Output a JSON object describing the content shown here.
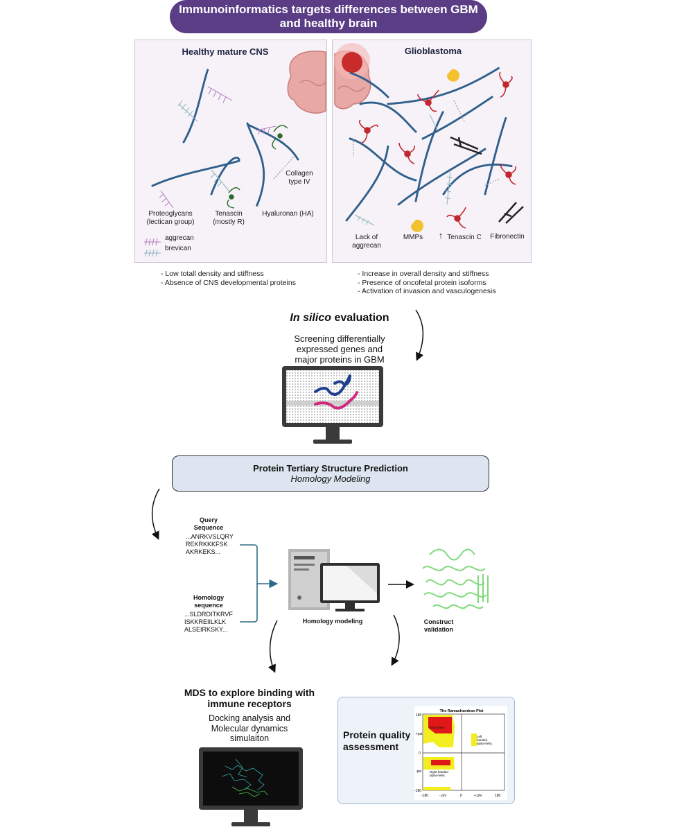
{
  "header": {
    "title_line1": "Immunoinformatics targets differences between GBM",
    "title_line2": "and healthy brain"
  },
  "healthy_panel": {
    "title": "Healthy mature CNS",
    "labels": {
      "proteoglycans": [
        "Proteoglycans",
        "(lectican group)"
      ],
      "tenascin": [
        "Tenascin",
        "(mostly R)"
      ],
      "hyaluronan": "Hyaluronan (HA)",
      "collagen": [
        "Collagen",
        "type IV"
      ],
      "aggrecan": "aggrecan",
      "brevican": "brevican"
    },
    "bullets": [
      "- Low totall density and stiffness",
      "- Absence of CNS developmental proteins"
    ]
  },
  "gbm_panel": {
    "title": "Glioblastoma",
    "labels": {
      "lack_aggrecan": [
        "Lack of",
        "aggrecan"
      ],
      "mmps": "MMPs",
      "tenascin_c": "Tenascin C",
      "tenascin_arrow": "↑",
      "fibronectin": "Fibronectin"
    },
    "bullets": [
      "- Increase in overall density and stiffness",
      "- Presence of oncofetal protein isoforms",
      "- Activation of invasion and vasculogenesis"
    ]
  },
  "in_silico": {
    "title_italic": "In silico",
    "title_rest": " evaluation",
    "desc": [
      "Screening differentially",
      "expressed genes and",
      "major proteins in GBM"
    ]
  },
  "tertiary": {
    "title": "Protein Tertiary Structure Prediction",
    "subtitle": "Homology Modeling"
  },
  "query": {
    "heading": [
      "Query",
      "Sequence"
    ],
    "seq": [
      "...ANRKVSLQRY",
      "REKRKKKFSK",
      "AKRKEKS..."
    ]
  },
  "homology_seq": {
    "heading": [
      "Homology",
      "sequence"
    ],
    "seq": [
      "...SLDRDITKRVF",
      "ISKKREIILKLK",
      "ALSEIRKSKY..."
    ]
  },
  "homology_modeling_label": "Homology modeling",
  "construct_validation": [
    "Construct",
    "validation"
  ],
  "mds": {
    "heading": [
      "MDS to explore binding with",
      "immune receptors"
    ],
    "desc": [
      "Docking analysis and",
      "Molecular dynamics",
      "simulaiton"
    ]
  },
  "quality": {
    "title": [
      "Protein quality",
      "assessment"
    ],
    "plot_title": "The Ramachandran Plot",
    "y_ticks": [
      "180",
      "+psi",
      "0",
      "-psi",
      "-180"
    ],
    "x_ticks": [
      "-180",
      "- phi",
      "0",
      "+ phi",
      "180"
    ],
    "region_beta": "beta-sheet",
    "region_left": [
      "Left",
      "handed",
      "alpha-helix."
    ],
    "region_right": [
      "Right handed",
      "alpha-helix."
    ]
  },
  "colors": {
    "title_bg": "#5b3d86",
    "ecm_blue": "#2f5f8a",
    "tenascin_red": "#c0282e",
    "mmp_yellow": "#f2c12e",
    "rama_red": "#e01818",
    "rama_yellow": "#f2ee1f"
  }
}
